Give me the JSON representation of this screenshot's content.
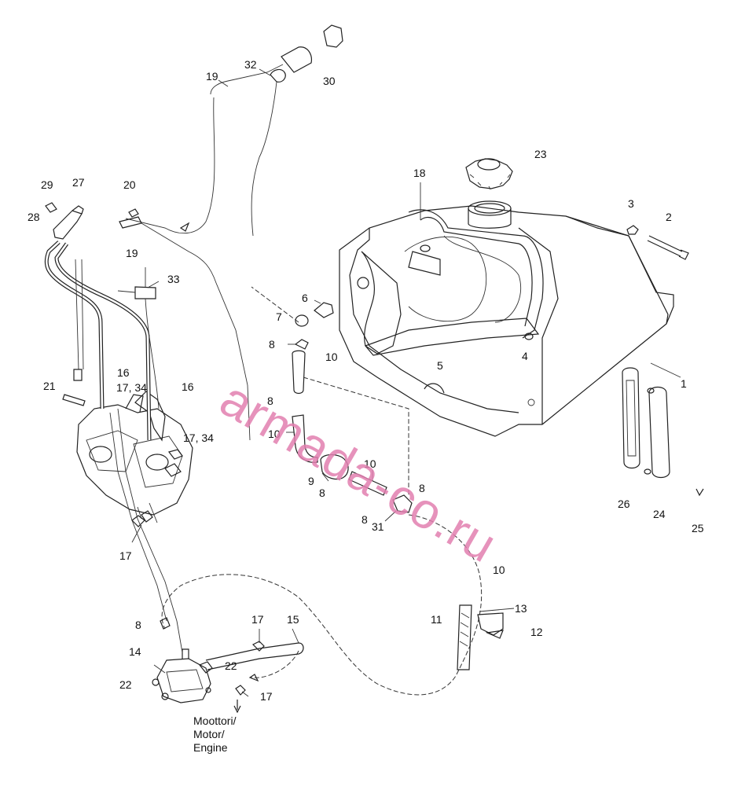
{
  "labels": {
    "l1": "1",
    "l2": "2",
    "l3": "3",
    "l4": "4",
    "l5": "5",
    "l6": "6",
    "l7": "7",
    "l8": "8",
    "l9": "9",
    "l10": "10",
    "l11": "11",
    "l12": "12",
    "l13": "13",
    "l14": "14",
    "l15": "15",
    "l16": "16",
    "l17": "17",
    "l17_34": "17, 34",
    "l18": "18",
    "l19": "19",
    "l20": "20",
    "l21": "21",
    "l22": "22",
    "l23": "23",
    "l24": "24",
    "l25": "25",
    "l26": "26",
    "l27": "27",
    "l28": "28",
    "l29": "29",
    "l30": "30",
    "l31": "31",
    "l32": "32",
    "l33": "33"
  },
  "engine_label": [
    "Moottori/",
    "Motor/",
    "Engine"
  ],
  "watermark": "armada-co.ru"
}
